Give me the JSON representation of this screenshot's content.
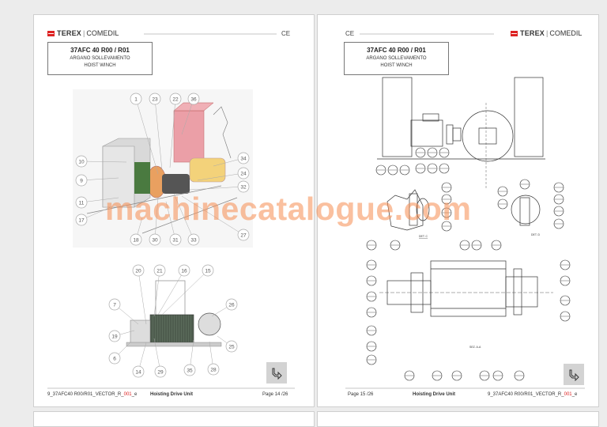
{
  "pages": [
    {
      "brand": "TEREX",
      "brand2": "COMEDIL",
      "ce": "CE",
      "title": "37AFC 40 R00 / R01",
      "sub1": "ARGANO SOLLEVAMENTO",
      "sub2": "HOIST WINCH",
      "footer": {
        "file_prefix": "9_37AFC40 R00/R01_VECTOR_R_",
        "file_rev": "001",
        "file_suffix": "_e",
        "section": "Hoisting Drive Unit",
        "page": "Page 14 /26"
      },
      "callouts_top": [
        "1",
        "23",
        "22",
        "36",
        "10",
        "9",
        "11",
        "17",
        "34",
        "24",
        "32",
        "27",
        "18",
        "30",
        "31",
        "33"
      ],
      "callouts_bottom": [
        "20",
        "21",
        "16",
        "15",
        "7",
        "26",
        "19",
        "25",
        "6",
        "14",
        "29",
        "35",
        "28"
      ]
    },
    {
      "brand": "TEREX",
      "brand2": "COMEDIL",
      "ce": "CE",
      "title": "37AFC 40 R00 / R01",
      "sub1": "ARGANO SOLLEVAMENTO",
      "sub2": "HOIST WINCH",
      "footer": {
        "file_prefix": "9_37AFC40 R00/R01_VECTOR_R_",
        "file_rev": "001",
        "file_suffix": "_e",
        "section": "Hoisting Drive Unit",
        "page": "Page 15 /26"
      },
      "labels": {
        "det_c": "DET. C",
        "det_d": "DET. D",
        "sez": "SEZ. A-A"
      }
    }
  ],
  "watermark": "machinecatalogue.com",
  "colors": {
    "watermark": "#f58c50",
    "brand_red": "#dd2222",
    "motor": "#f3d27a",
    "cabinet": "#e98a94"
  },
  "icons": {
    "nav": "next-page-arrow-icon"
  }
}
